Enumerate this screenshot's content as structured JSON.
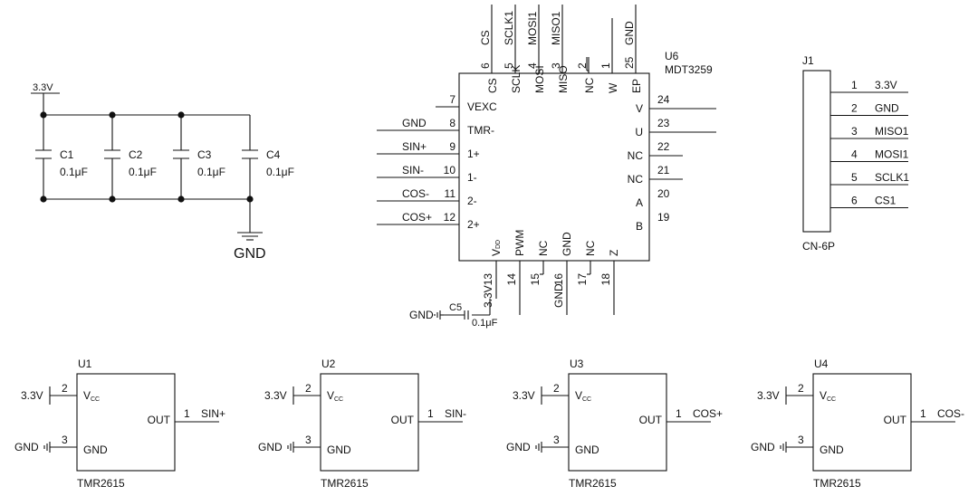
{
  "decoupling": {
    "supply": "3.3V",
    "ground": "GND",
    "caps": [
      {
        "ref": "C1",
        "value": "0.1μF"
      },
      {
        "ref": "C2",
        "value": "0.1μF"
      },
      {
        "ref": "C3",
        "value": "0.1μF"
      },
      {
        "ref": "C4",
        "value": "0.1μF"
      }
    ]
  },
  "u6": {
    "ref": "U6",
    "part": "MDT3259",
    "top_pins": [
      {
        "num": "6",
        "name": "CS",
        "net": "CS"
      },
      {
        "num": "5",
        "name": "SCLK",
        "net": "SCLK1"
      },
      {
        "num": "4",
        "name": "MOSI",
        "net": "MOSI1"
      },
      {
        "num": "3",
        "name": "MISO",
        "net": "MISO1"
      },
      {
        "num": "2",
        "name": "NC",
        "net": ""
      },
      {
        "num": "1",
        "name": "W",
        "net": ""
      },
      {
        "num": "25",
        "name": "EP",
        "net": "GND"
      }
    ],
    "left_pins": [
      {
        "num": "7",
        "name": "VEXC",
        "net": ""
      },
      {
        "num": "8",
        "name": "TMR-",
        "net": "GND"
      },
      {
        "num": "9",
        "name": "1+",
        "net": "SIN+"
      },
      {
        "num": "10",
        "name": "1-",
        "net": "SIN-"
      },
      {
        "num": "11",
        "name": "2-",
        "net": "COS-"
      },
      {
        "num": "12",
        "name": "2+",
        "net": "COS+"
      }
    ],
    "right_pins": [
      {
        "num": "24",
        "name": "V"
      },
      {
        "num": "23",
        "name": "U"
      },
      {
        "num": "22",
        "name": "NC"
      },
      {
        "num": "21",
        "name": "NC"
      },
      {
        "num": "20",
        "name": "A"
      },
      {
        "num": "19",
        "name": "B"
      }
    ],
    "bottom_pins": [
      {
        "num": "13",
        "name": "V",
        "sub": "DD",
        "net": "3.3V"
      },
      {
        "num": "14",
        "name": "PWM",
        "net": ""
      },
      {
        "num": "15",
        "name": "NC",
        "net": ""
      },
      {
        "num": "16",
        "name": "GND",
        "net": "GND"
      },
      {
        "num": "17",
        "name": "NC",
        "net": ""
      },
      {
        "num": "18",
        "name": "Z",
        "net": ""
      }
    ],
    "c5": {
      "ref": "C5",
      "value": "0.1μF",
      "gnd": "GND"
    }
  },
  "j1": {
    "ref": "J1",
    "part": "CN-6P",
    "pins": [
      {
        "num": "1",
        "net": "3.3V"
      },
      {
        "num": "2",
        "net": "GND"
      },
      {
        "num": "3",
        "net": "MISO1"
      },
      {
        "num": "4",
        "net": "MOSI1"
      },
      {
        "num": "5",
        "net": "SCLK1"
      },
      {
        "num": "6",
        "net": "CS1"
      }
    ]
  },
  "sensors": [
    {
      "ref": "U1",
      "part": "TMR2615",
      "vcc_net": "3.3V",
      "gnd_net": "GND",
      "out_net": "SIN+"
    },
    {
      "ref": "U2",
      "part": "TMR2615",
      "vcc_net": "3.3V",
      "gnd_net": "GND",
      "out_net": "SIN-"
    },
    {
      "ref": "U3",
      "part": "TMR2615",
      "vcc_net": "3.3V",
      "gnd_net": "GND",
      "out_net": "COS+"
    },
    {
      "ref": "U4",
      "part": "TMR2615",
      "vcc_net": "3.3V",
      "gnd_net": "GND",
      "out_net": "COS-"
    }
  ],
  "sensor_pins": {
    "vcc_num": "2",
    "vcc_label": "V",
    "vcc_sub": "CC",
    "gnd_num": "3",
    "gnd_label": "GND",
    "out_num": "1",
    "out_label": "OUT"
  }
}
